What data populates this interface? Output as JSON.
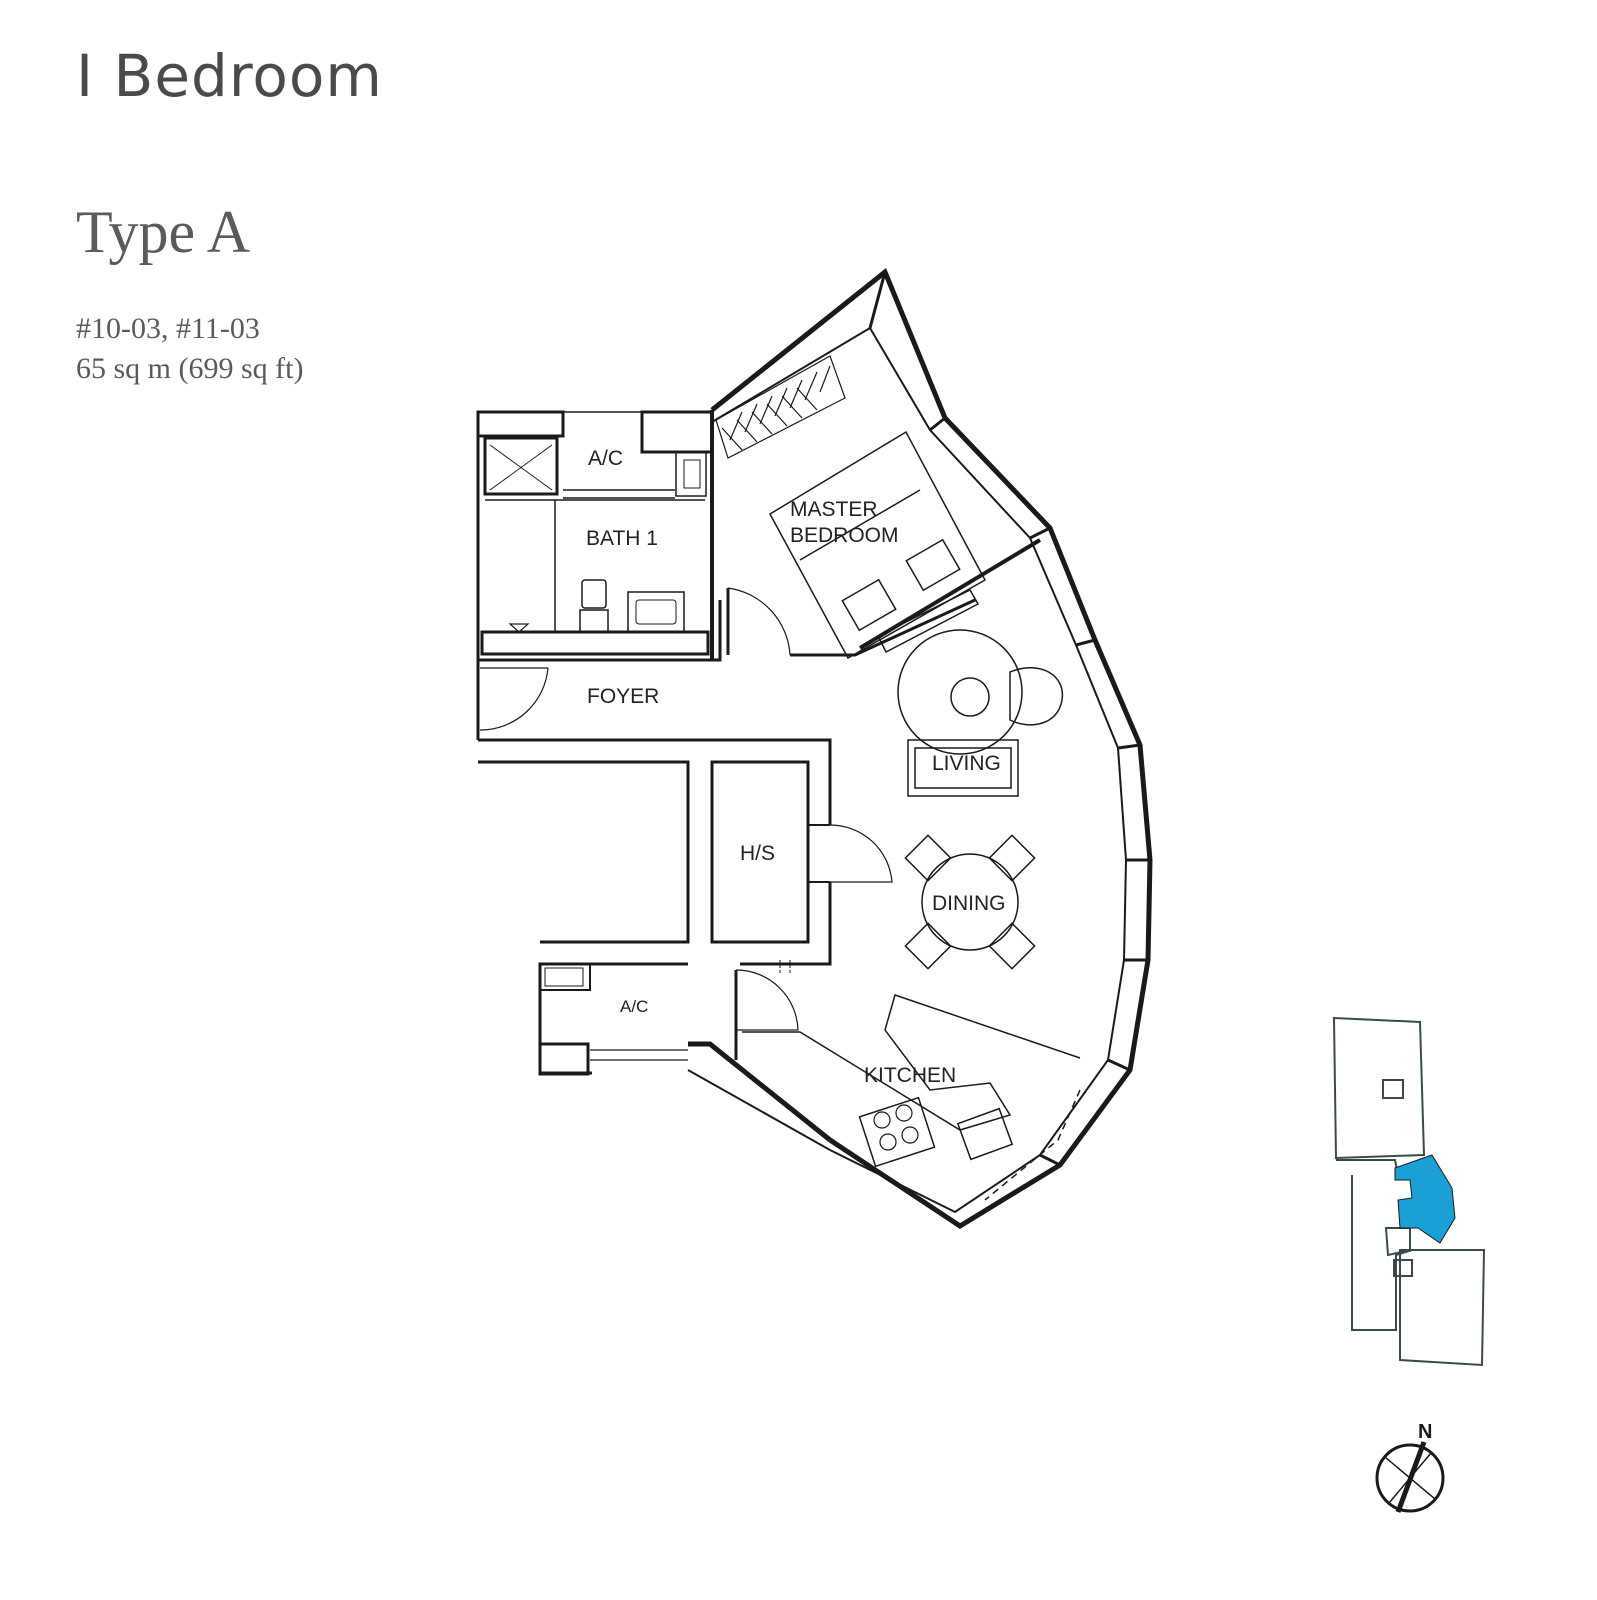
{
  "header": {
    "category": "I Bedroom",
    "type": "Type A",
    "units": "#10-03, #11-03",
    "area": "65 sq m (699 sq ft)"
  },
  "rooms": {
    "ac_top": "A/C",
    "bath": "BATH 1",
    "master_line1": "MASTER",
    "master_line2": "BEDROOM",
    "foyer": "FOYER",
    "living": "LIVING",
    "hs": "H/S",
    "dining": "DINING",
    "ac_bottom": "A/C",
    "kitchen": "KITCHEN"
  },
  "compass": {
    "north": "N"
  },
  "colors": {
    "highlight_unit": "#1a9fd6",
    "wall": "#1a1a1a"
  }
}
